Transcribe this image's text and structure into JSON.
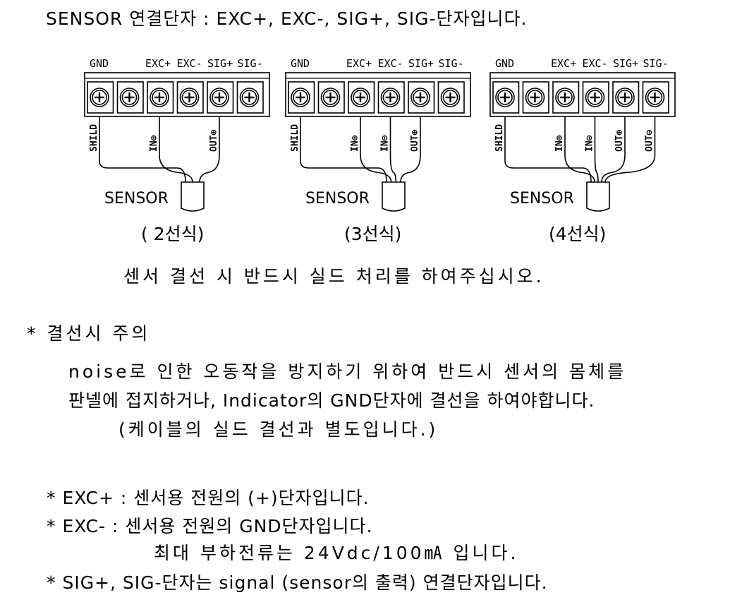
{
  "heading": "SENSOR 연결단자 : EXC+, EXC-, SIG+, SIG-단자입니다.",
  "terminal_labels": [
    "GND",
    "EXC+",
    "EXC-",
    "SIG+",
    "SIG-"
  ],
  "wire_labels": {
    "shield": "SHILD",
    "in_plus": "IN⊕",
    "in_minus": "IN⊖",
    "out_plus": "OUT⊕",
    "out_minus": "OUT⊖"
  },
  "sensor_label": "SENSOR",
  "diagrams": [
    {
      "caption": "( 2선식)"
    },
    {
      "caption": "(3선식)"
    },
    {
      "caption": "(4선식)"
    }
  ],
  "shield_note": "센서 결선 시 반드시 실드 처리를 하여주십시오.",
  "caution": {
    "title": "* 결선시 주의",
    "line1": "noise로 인한 오동작을 방지하기 위하여 반드시 센서의 몸체를",
    "line2": "판넬에 접지하거나, Indicator의 GND단자에 결선을 하여야합니다.",
    "line3": "(케이블의 실드 결선과 별도입니다.)"
  },
  "notes": {
    "exc_plus": "* EXC+ : 센서용 전원의 (+)단자입니다.",
    "exc_minus": "* EXC- : 센서용 전원의 GND단자입니다.",
    "load_current": "최대 부하전류는 24Vdc/100㎃ 입니다.",
    "sig": "* SIG+, SIG-단자는 signal (sensor의 출력) 연결단자입니다."
  }
}
